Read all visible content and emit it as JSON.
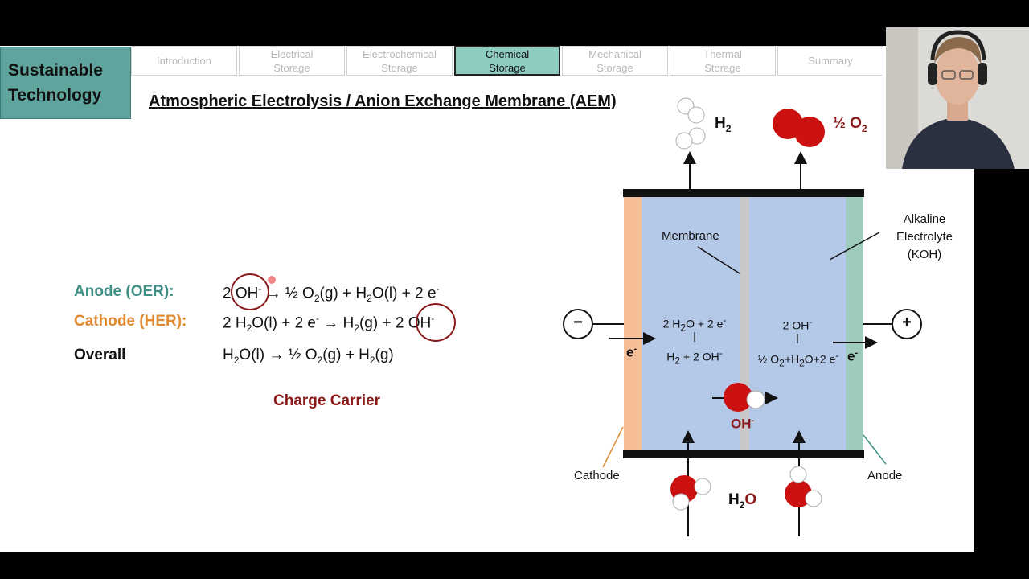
{
  "brand": {
    "line1": "Sustainable",
    "line2": "Technology"
  },
  "tabs": [
    {
      "l1": "Introduction",
      "l2": ""
    },
    {
      "l1": "Electrical",
      "l2": "Storage"
    },
    {
      "l1": "Electrochemical",
      "l2": "Storage"
    },
    {
      "l1": "Chemical",
      "l2": "Storage"
    },
    {
      "l1": "Mechanical",
      "l2": "Storage"
    },
    {
      "l1": "Thermal",
      "l2": "Storage"
    },
    {
      "l1": "Summary",
      "l2": ""
    }
  ],
  "active_tab": "Chemical Storage",
  "title": "Atmospheric Electrolysis / Anion Exchange Membrane (AEM)",
  "reactions": {
    "anode_label": "Anode (OER):",
    "cathode_label": "Cathode (HER):",
    "overall_label": "Overall",
    "charge_carrier": "Charge Carrier"
  },
  "diagram": {
    "h2": "H",
    "h2_sub": "2",
    "o2_half": "½ O",
    "o2_sub": "2",
    "membrane": "Membrane",
    "electrolyte_l1": "Alkaline",
    "electrolyte_l2": "Electrolyte",
    "electrolyte_l3": "(KOH)",
    "minus": "−",
    "plus": "+",
    "electron": "e",
    "electron_sup": "-",
    "oh": "OH",
    "oh_sup": "-",
    "cathode": "Cathode",
    "anode": "Anode",
    "h2o": "H",
    "h2o_sub": "2",
    "h2o_o": "O"
  },
  "colors": {
    "brand": "#5fa59e",
    "active_tab": "#8ecbc1",
    "anode": "#3f8f85",
    "cathode": "#e0892f",
    "accent_red": "#8b1a1a",
    "electrolyte": "#b4c8e8",
    "cathode_plate": "#f6be96",
    "anode_plate": "#9ecbbd",
    "membrane": "#c8c8c8"
  }
}
